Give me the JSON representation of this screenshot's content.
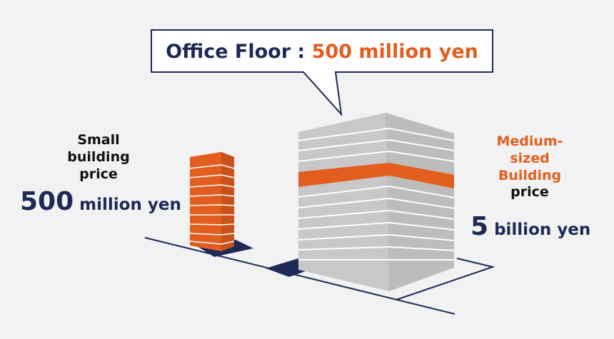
{
  "callout": {
    "prefix": "Office Floor",
    "separator": " : ",
    "value": "500 million yen"
  },
  "small_building": {
    "line1": "Small",
    "line2": "building",
    "line3": "price",
    "price_number": "500",
    "price_unit": " million yen"
  },
  "medium_building": {
    "line1": "Medium-",
    "line2": "sized",
    "line3": "Building",
    "line4": "price",
    "price_number": "5",
    "price_unit": " billion yen"
  },
  "colors": {
    "navy": "#1d2a55",
    "orange": "#e35e1e",
    "building_gray": "#c8c8c8",
    "background": "#f2f2f2"
  }
}
